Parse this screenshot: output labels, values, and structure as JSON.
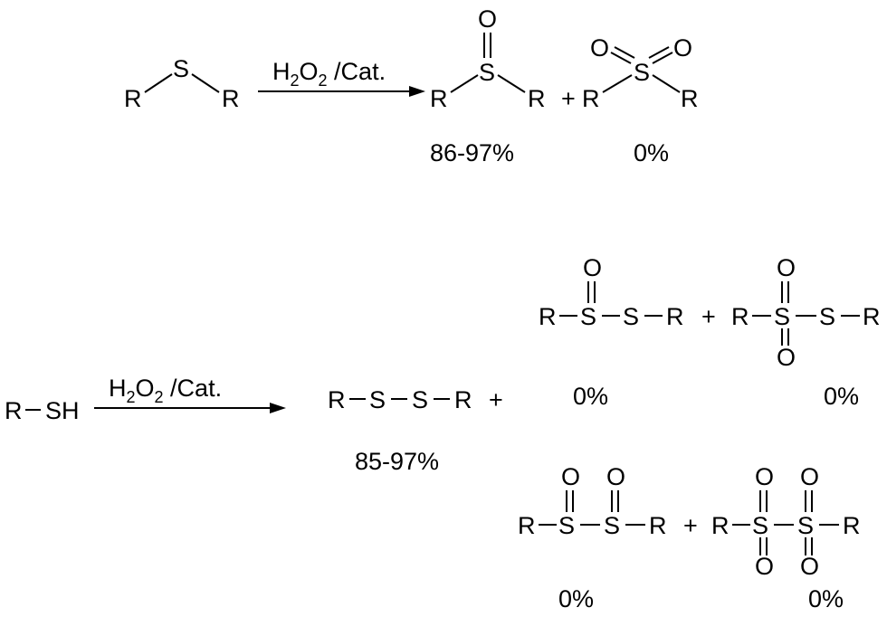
{
  "scheme": {
    "reaction1": {
      "reagent": {
        "main": "H",
        "sub1": "2",
        "mid": "O",
        "sub2": "2",
        "tail": " /Cat."
      },
      "sulfide": {
        "r_left": "R",
        "s": "S",
        "r_right": "R"
      },
      "sulfoxide": {
        "r_left": "R",
        "s": "S",
        "o": "O",
        "r_right": "R",
        "yield": "86-97%"
      },
      "plus": "+",
      "sulfone": {
        "r_left": "R",
        "s": "S",
        "o_left": "O",
        "o_right": "O",
        "r_right": "R",
        "yield": "0%"
      }
    },
    "reaction2": {
      "reactant": {
        "r": "R",
        "sh": "SH"
      },
      "reagent": {
        "main": "H",
        "sub1": "2",
        "mid": "O",
        "sub2": "2",
        "tail": " /Cat."
      },
      "disulfide": {
        "r_left": "R",
        "s1": "S",
        "s2": "S",
        "r_right": "R",
        "yield": "85-97%"
      },
      "plus_main": "+",
      "thiosulfinate": {
        "r_left": "R",
        "s1": "S",
        "o": "O",
        "s2": "S",
        "r_right": "R",
        "yield": "0%"
      },
      "plus_top": "+",
      "thiosulfonate": {
        "r_left": "R",
        "s1": "S",
        "o_top": "O",
        "o_bottom": "O",
        "s2": "S",
        "r_right": "R",
        "yield": "0%"
      },
      "bis_sulfoxide": {
        "r_left": "R",
        "s1": "S",
        "o1": "O",
        "s2": "S",
        "o2": "O",
        "r_right": "R",
        "yield": "0%"
      },
      "plus_bottom": "+",
      "disulfone": {
        "r_left": "R",
        "s1": "S",
        "o1_top": "O",
        "o1_bottom": "O",
        "s2": "S",
        "o2_top": "O",
        "o2_bottom": "O",
        "r_right": "R",
        "yield": "0%"
      }
    }
  }
}
